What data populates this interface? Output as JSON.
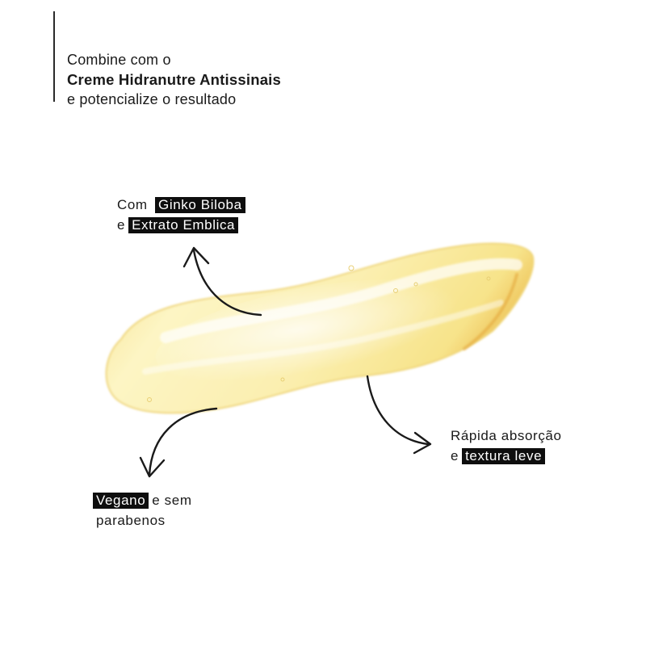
{
  "intro": {
    "line1": "Combine com o",
    "line2": "Creme Hidranutre Antissinais",
    "line3": "e potencialize o resultado"
  },
  "features": [
    {
      "prefix1": "Com",
      "hl1": "Ginko Biloba",
      "prefix2": "e",
      "hl2": "Extrato Emblica"
    },
    {
      "line1": "Rápida absorção",
      "prefix2": "e",
      "hl2": "textura leve"
    },
    {
      "hl1": "Vegano",
      "suffix1": "e sem",
      "line2": "parabenos"
    }
  ],
  "colors": {
    "swatch_light": "#fdf6c8",
    "swatch_mid": "#f7e58f",
    "swatch_edge": "#eccb5a",
    "highlight_bg": "#0e0e0e"
  }
}
